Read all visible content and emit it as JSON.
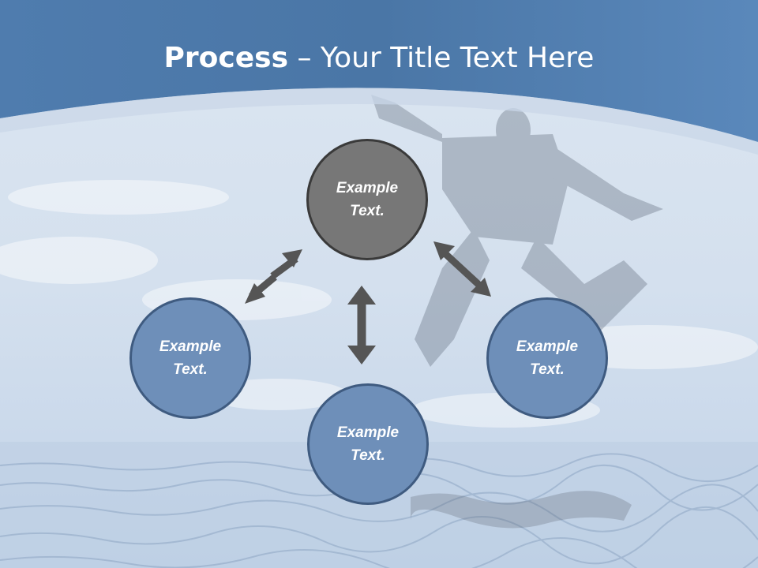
{
  "title": {
    "bold": "Process",
    "rest": " – Your Title Text Here"
  },
  "nodes": {
    "top": "Example Text.",
    "left": "Example Text.",
    "right": "Example Text.",
    "bottom": "Example Text."
  },
  "colors": {
    "header_blue": "#4f7bab",
    "center_node": "#777777",
    "outer_node": "#6e8fb9",
    "arrow": "#555555"
  }
}
